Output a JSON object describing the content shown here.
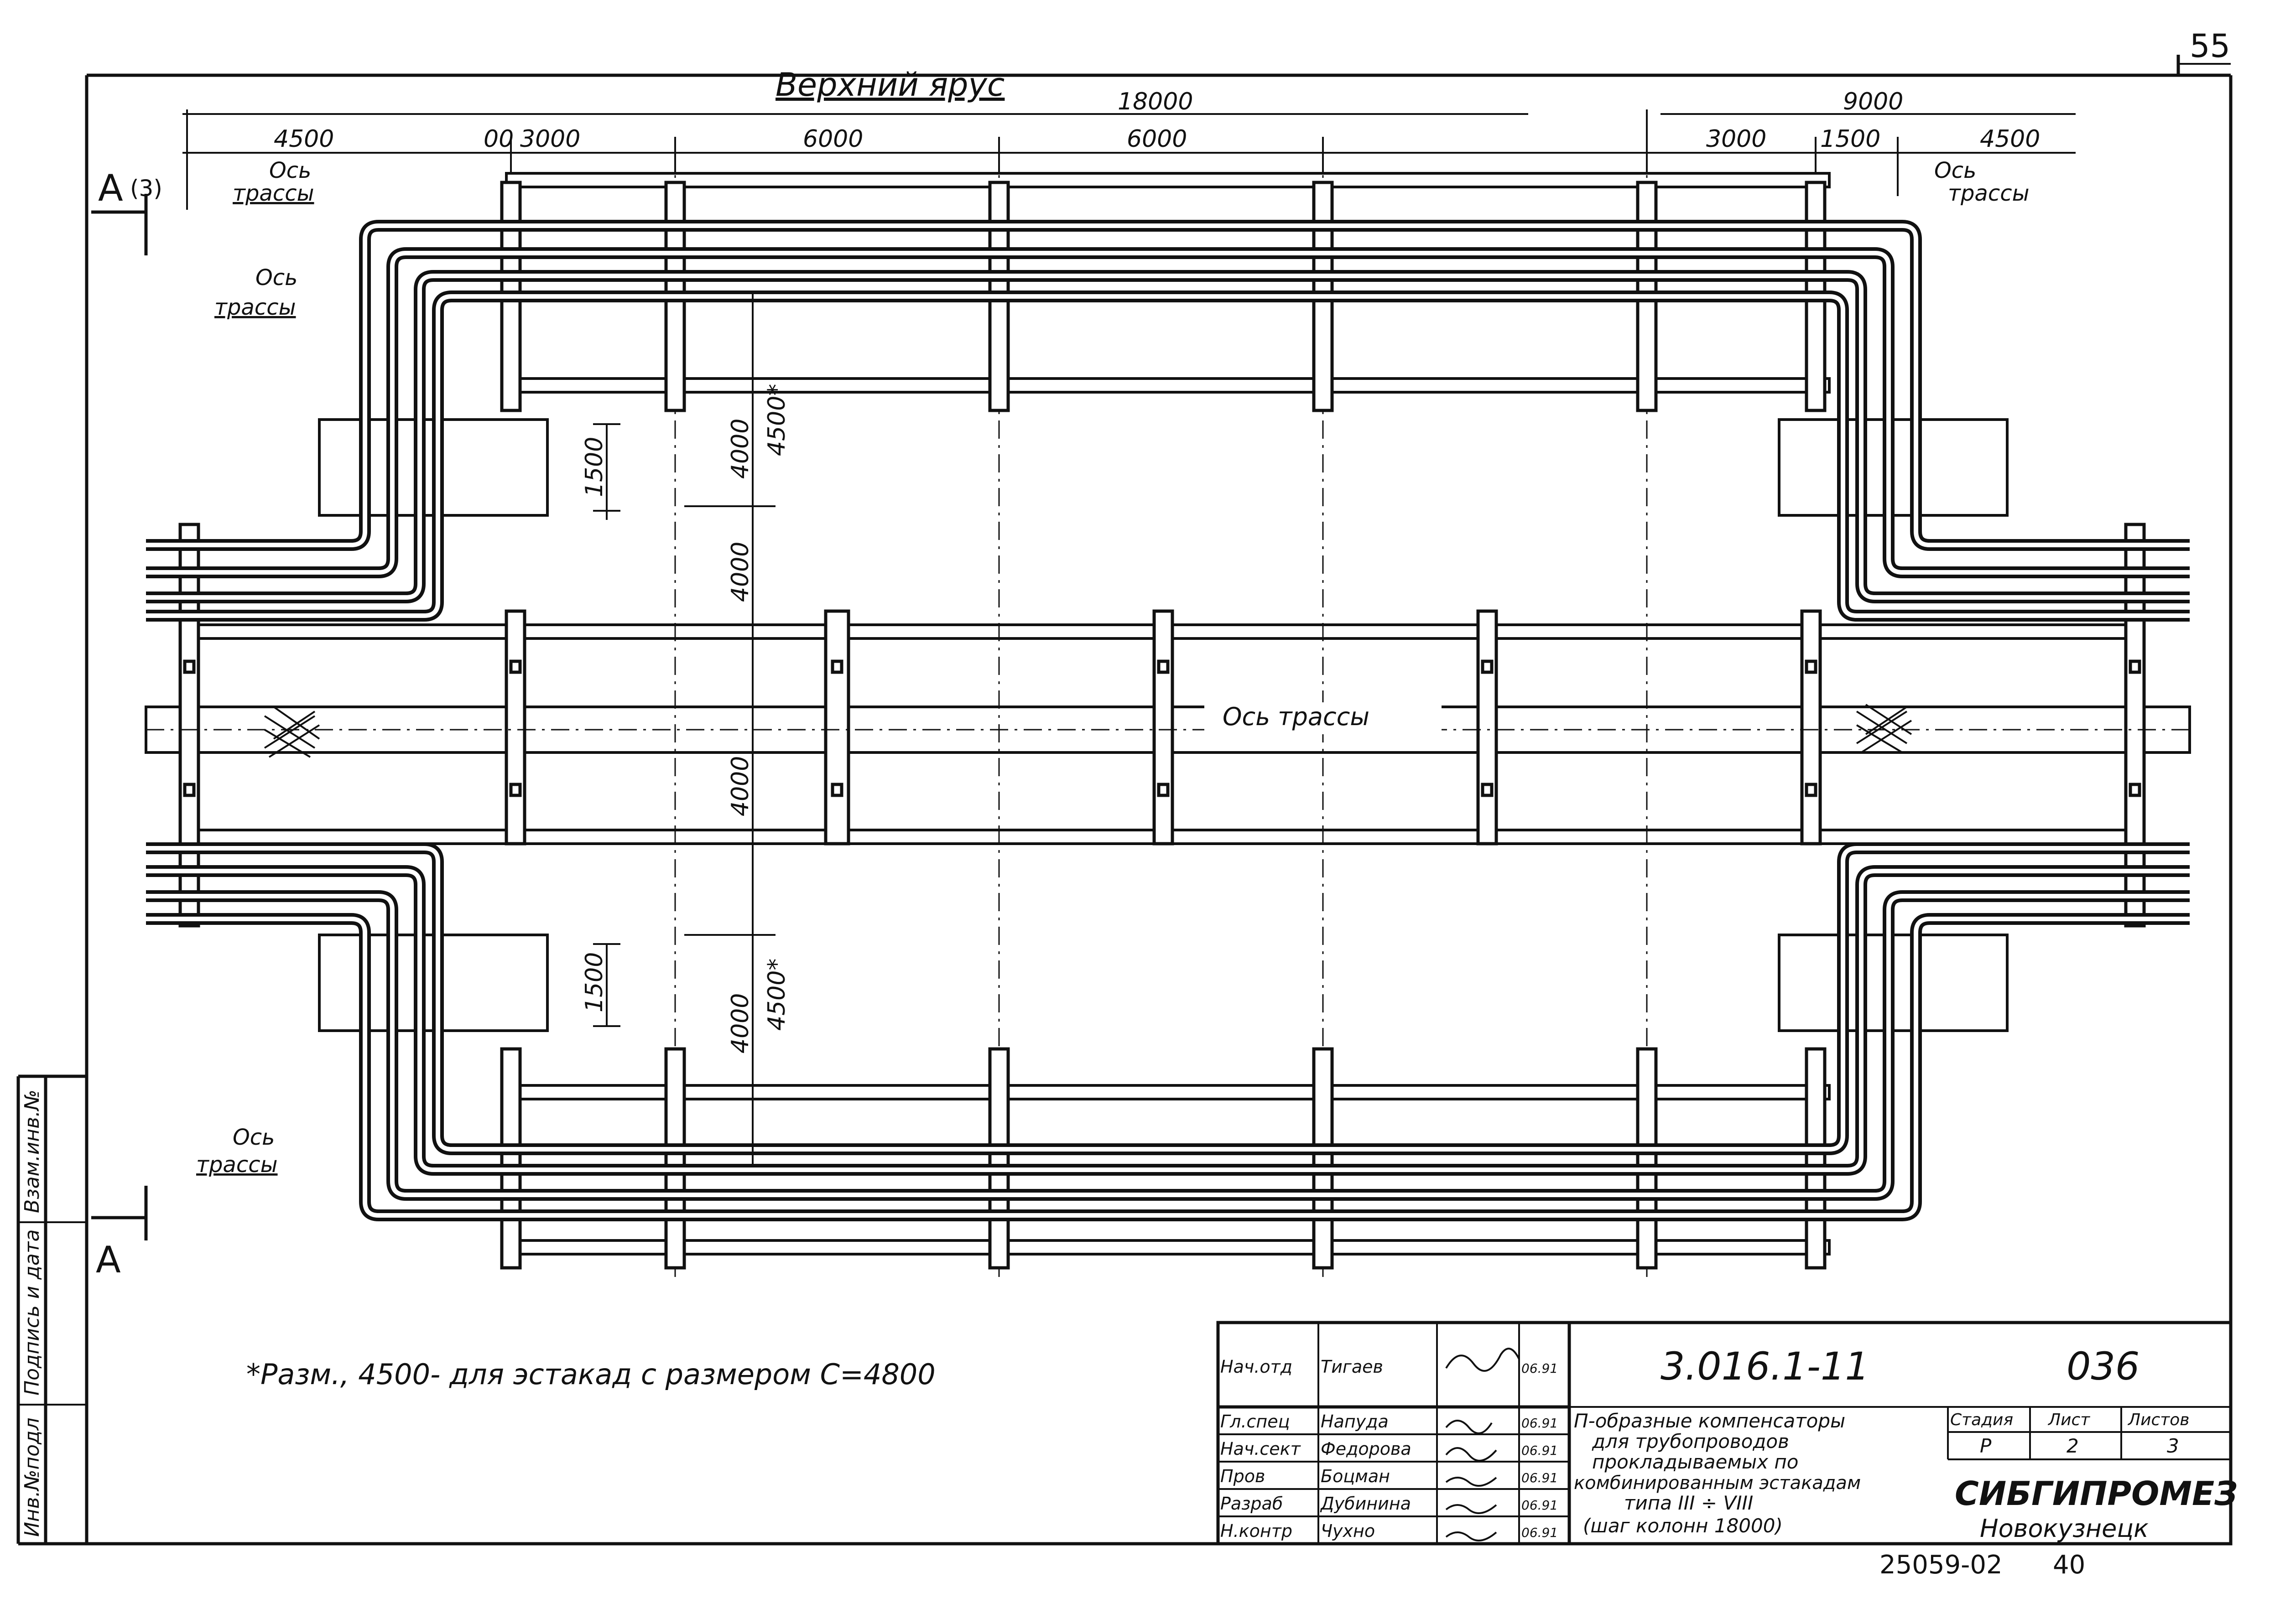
{
  "sheet_number": "55",
  "title_top": "Верхний ярус",
  "section_mark": "А",
  "section_ref": "(3)",
  "axis_label": {
    "line1": "Ось",
    "line2": "трассы"
  },
  "axis_label_center": "Ось трассы",
  "dimensions_top_overall": [
    "18000",
    "9000"
  ],
  "dimensions_top": [
    "4500",
    "00",
    "3000",
    "6000",
    "6000",
    "3000",
    "1500",
    "4500"
  ],
  "dimensions_vertical": {
    "upper_4000": "4000",
    "upper_4500": "4500*",
    "upper_1500": "1500",
    "middle_4000a": "4000",
    "middle_4000b": "4000",
    "lower_4000": "4000",
    "lower_4500": "4500*",
    "lower_1500": "1500"
  },
  "footnote": "*Разм., 4500- для эстакад с размером С=4800",
  "left_margin_labels": [
    "Инв.№подл",
    "Подпись и дата",
    "Взам.инв.№"
  ],
  "title_block": {
    "doc_code": "3.016.1-11",
    "sheet_code": "036",
    "roles": [
      "Нач.отд",
      "Гл.спец",
      "Нач.сект",
      "Пров",
      "Разраб",
      "Н.контр"
    ],
    "names": [
      "Тигаев",
      "Напуда",
      "Федорова",
      "Боцман",
      "Дубинина",
      "Чухно"
    ],
    "dates": [
      "06.91",
      "06.91",
      "06.91",
      "06.91",
      "06.91",
      "06.91"
    ],
    "description": [
      "П-образные компенсаторы",
      "для трубопроводов",
      "прокладываемых по",
      "комбинированным эстакадам",
      "типа III ÷ VIII",
      "(шаг колонн 18000)"
    ],
    "stage_header": "Стадия",
    "sheet_header": "Лист",
    "sheets_header": "Листов",
    "stage": "Р",
    "sheet": "2",
    "sheets": "3",
    "org": "СИБГИПРОМЕЗ",
    "city": "Новокузнецк"
  },
  "bottom_number": "25059-02",
  "bottom_page": "40"
}
